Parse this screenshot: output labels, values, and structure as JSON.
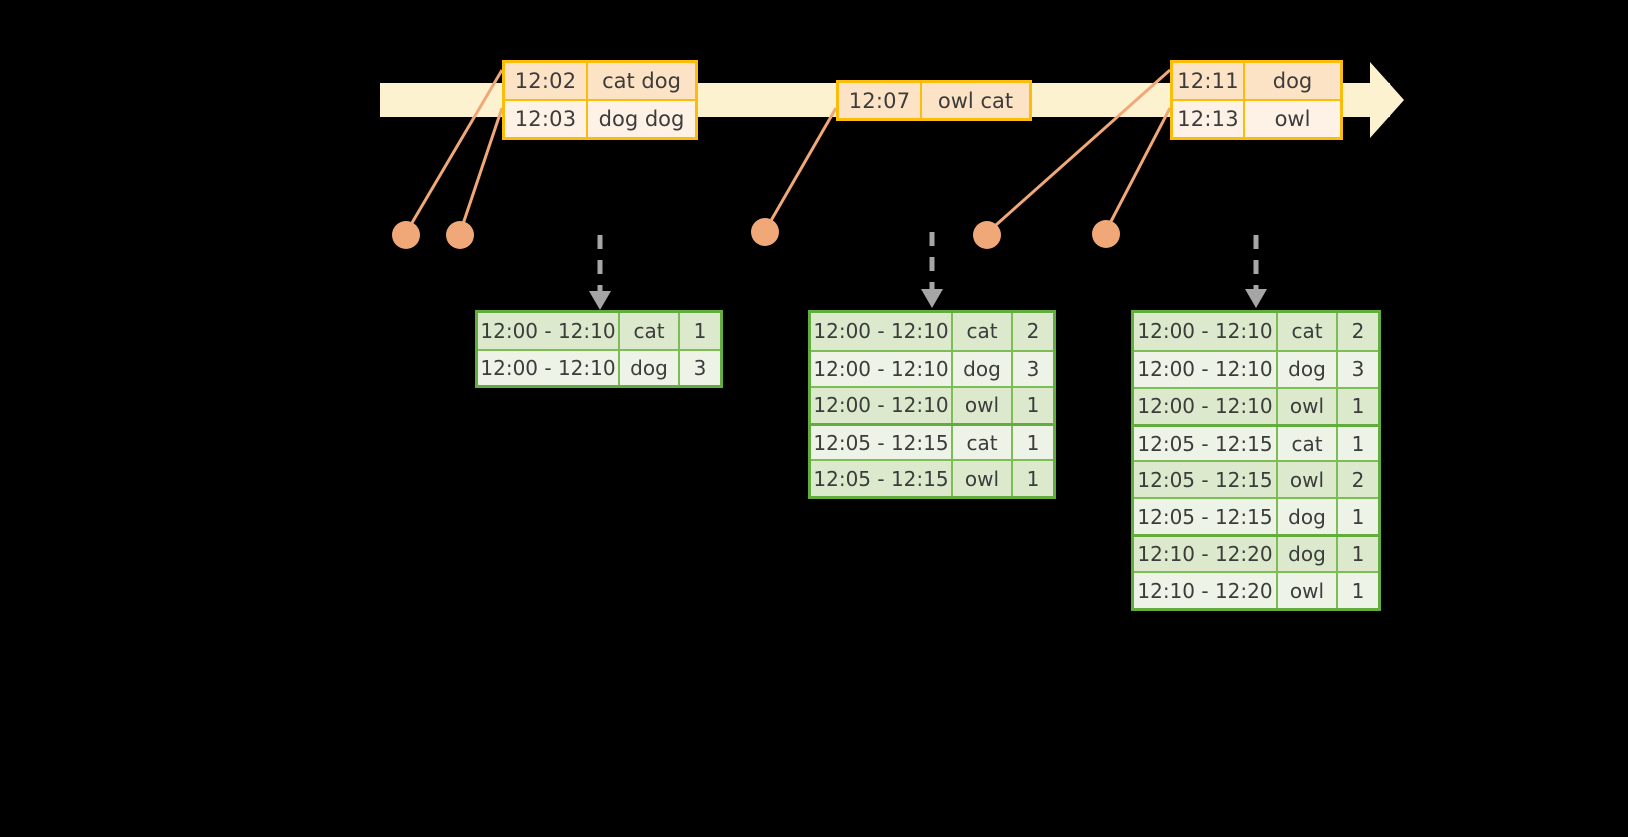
{
  "diagram": {
    "title": "sliding-window word count timeline",
    "colors": {
      "background": "#000000",
      "timeline_fill": "#fdf2cf",
      "event_border": "#fcbc0a",
      "event_shade_a": "#fde3c5",
      "event_shade_b": "#fdf2e5",
      "table_border": "#63ad3e",
      "table_shade_a": "#dce9cd",
      "table_shade_b": "#eef3e7",
      "connector": "#f0a878",
      "arrow": "#a6a6a6"
    }
  },
  "timeline": {
    "name": "event-time-axis",
    "events": [
      {
        "name": "event-group-1",
        "rows": [
          {
            "time": "12:02",
            "words": "cat dog"
          },
          {
            "time": "12:03",
            "words": "dog dog"
          }
        ]
      },
      {
        "name": "event-group-2",
        "rows": [
          {
            "time": "12:07",
            "words": "owl cat"
          }
        ]
      },
      {
        "name": "event-group-3",
        "rows": [
          {
            "time": "12:11",
            "words": "dog"
          },
          {
            "time": "12:13",
            "words": "owl"
          }
        ]
      }
    ]
  },
  "results": [
    {
      "name": "result-table-1",
      "rows": [
        {
          "window": "12:00 - 12:10",
          "word": "cat",
          "count": "1"
        },
        {
          "window": "12:00 - 12:10",
          "word": "dog",
          "count": "3"
        }
      ]
    },
    {
      "name": "result-table-2",
      "rows": [
        {
          "window": "12:00 - 12:10",
          "word": "cat",
          "count": "2"
        },
        {
          "window": "12:00 - 12:10",
          "word": "dog",
          "count": "3"
        },
        {
          "window": "12:00 - 12:10",
          "word": "owl",
          "count": "1"
        },
        {
          "window": "12:05 - 12:15",
          "word": "cat",
          "count": "1"
        },
        {
          "window": "12:05 - 12:15",
          "word": "owl",
          "count": "1"
        }
      ]
    },
    {
      "name": "result-table-3",
      "rows": [
        {
          "window": "12:00 - 12:10",
          "word": "cat",
          "count": "2"
        },
        {
          "window": "12:00 - 12:10",
          "word": "dog",
          "count": "3"
        },
        {
          "window": "12:00 - 12:10",
          "word": "owl",
          "count": "1"
        },
        {
          "window": "12:05 - 12:15",
          "word": "cat",
          "count": "1"
        },
        {
          "window": "12:05 - 12:15",
          "word": "owl",
          "count": "2"
        },
        {
          "window": "12:05 - 12:15",
          "word": "dog",
          "count": "1"
        },
        {
          "window": "12:10 - 12:20",
          "word": "dog",
          "count": "1"
        },
        {
          "window": "12:10 - 12:20",
          "word": "owl",
          "count": "1"
        }
      ]
    }
  ]
}
